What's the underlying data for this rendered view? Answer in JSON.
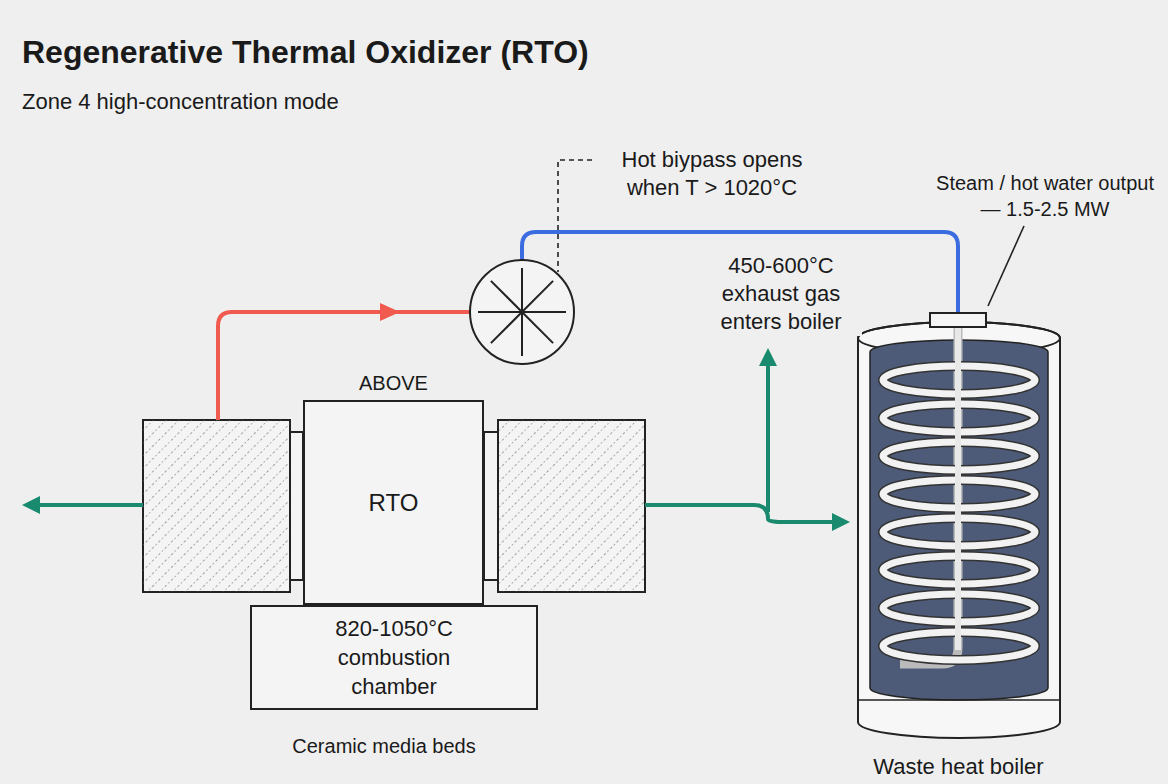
{
  "diagram": {
    "title": "Regenerative Thermal Oxidizer (RTO)",
    "nodes": [
      {
        "text": [
          "ABOVE",
          "RTO"
        ]
      },
      {
        "text": [
          "820-1050°C combustion chamber"
        ]
      },
      {
        "text": [
          "Waste heat boiler"
        ]
      }
    ],
    "labels": [
      "Zone 4 high-concentration mode",
      "Hot biypass opens when T > 1020°C",
      "Steam / hot water output — 1.5-2.5 MW",
      "450-600°C exhaust gas enters boiler",
      "Ceramic media beds"
    ]
  }
}
